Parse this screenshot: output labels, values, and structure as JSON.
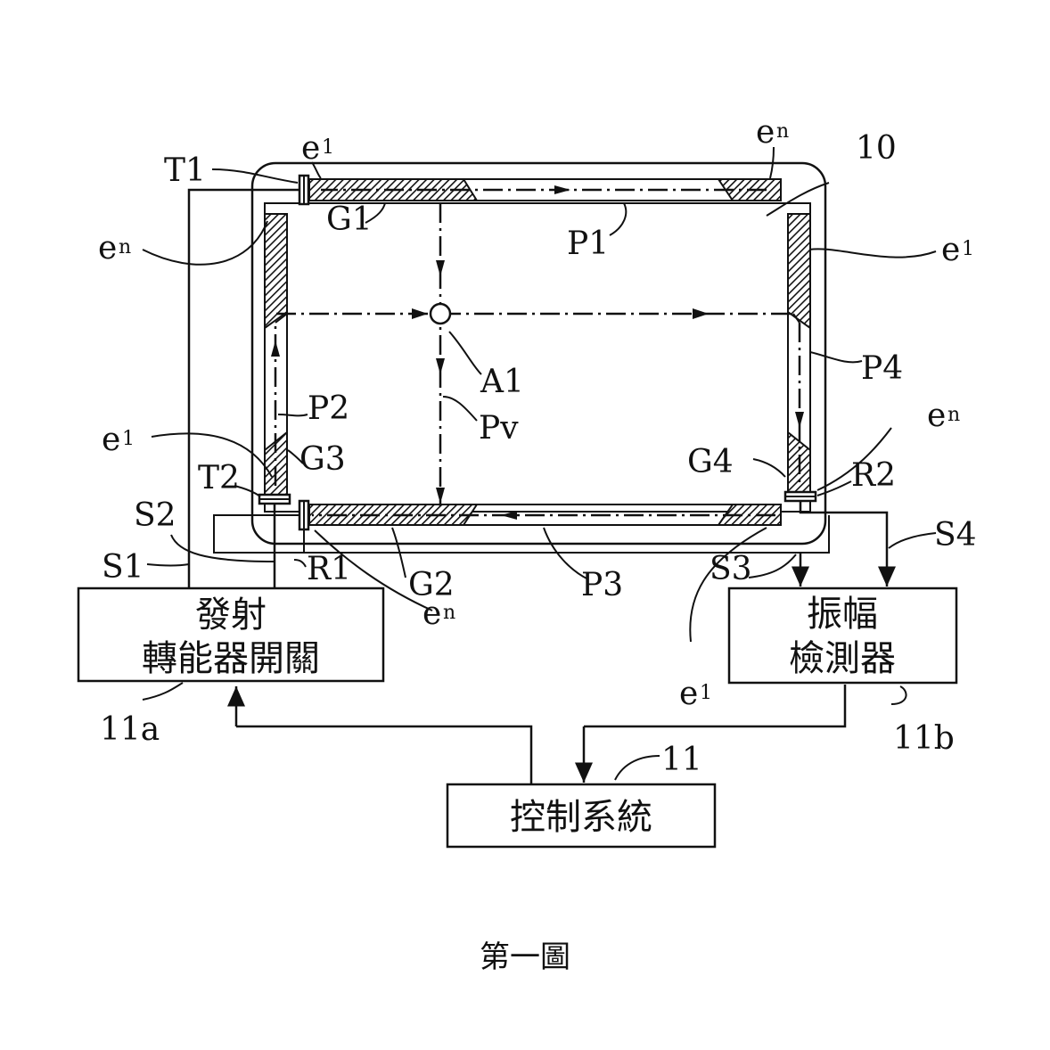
{
  "figure_title": "第一圖",
  "boxes": {
    "transmitter": {
      "line1": "發射",
      "line2": "轉能器開關",
      "ref": "11a"
    },
    "detector": {
      "line1": "振幅",
      "line2": "檢測器",
      "ref": "11b"
    },
    "control": {
      "text": "控制系統",
      "ref": "11"
    }
  },
  "labels": {
    "panel": "10",
    "T1": "T1",
    "T2": "T2",
    "R1": "R1",
    "R2": "R2",
    "G1": "G1",
    "G2": "G2",
    "G3": "G3",
    "G4": "G4",
    "P1": "P1",
    "P2": "P2",
    "P3": "P3",
    "P4": "P4",
    "Pv": "Pv",
    "A1": "A1",
    "S1": "S1",
    "S2": "S2",
    "S3": "S3",
    "S4": "S4",
    "e_letter": "e",
    "sub_1": "1",
    "sub_n": "n"
  }
}
